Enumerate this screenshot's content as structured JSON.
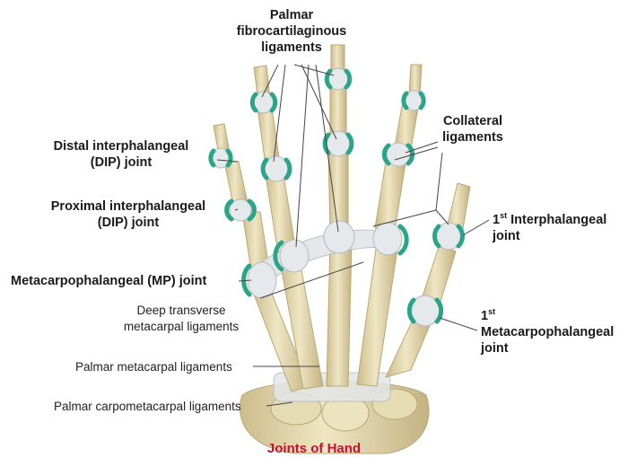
{
  "diagram": {
    "title": "Joints of Hand",
    "labels": {
      "palmar_fibro_1": "Palmar",
      "palmar_fibro_2": "fibrocartilaginous",
      "palmar_fibro_3": "ligaments",
      "collateral_1": "Collateral",
      "collateral_2": "ligaments",
      "dip_1": "Distal interphalangeal",
      "dip_2": "(DIP) joint",
      "pip_1": "Proximal interphalangeal",
      "pip_2": "(DIP) joint",
      "mp": "Metacarpophalangeal (MP) joint",
      "deep_1": "Deep transverse",
      "deep_2": "metacarpal ligaments",
      "ip1_sup": "st",
      "ip1_1": "Interphalangeal",
      "ip1_2": "joint",
      "mcp1_num": "1",
      "mcp1_sup": "st",
      "mcp1_1": "Metacarpophalangeal",
      "mcp1_2": "joint",
      "ip1_num": "1",
      "palmar_meta": "Palmar metacarpal ligaments",
      "palmar_carpo": "Palmar carpometacarpal ligaments"
    },
    "colors": {
      "bone": "#e8ddb6",
      "bone_shade": "#c9b98a",
      "ligament": "#dfe3e6",
      "joint_marker": "#2aa58a",
      "title": "#c8102e"
    }
  }
}
